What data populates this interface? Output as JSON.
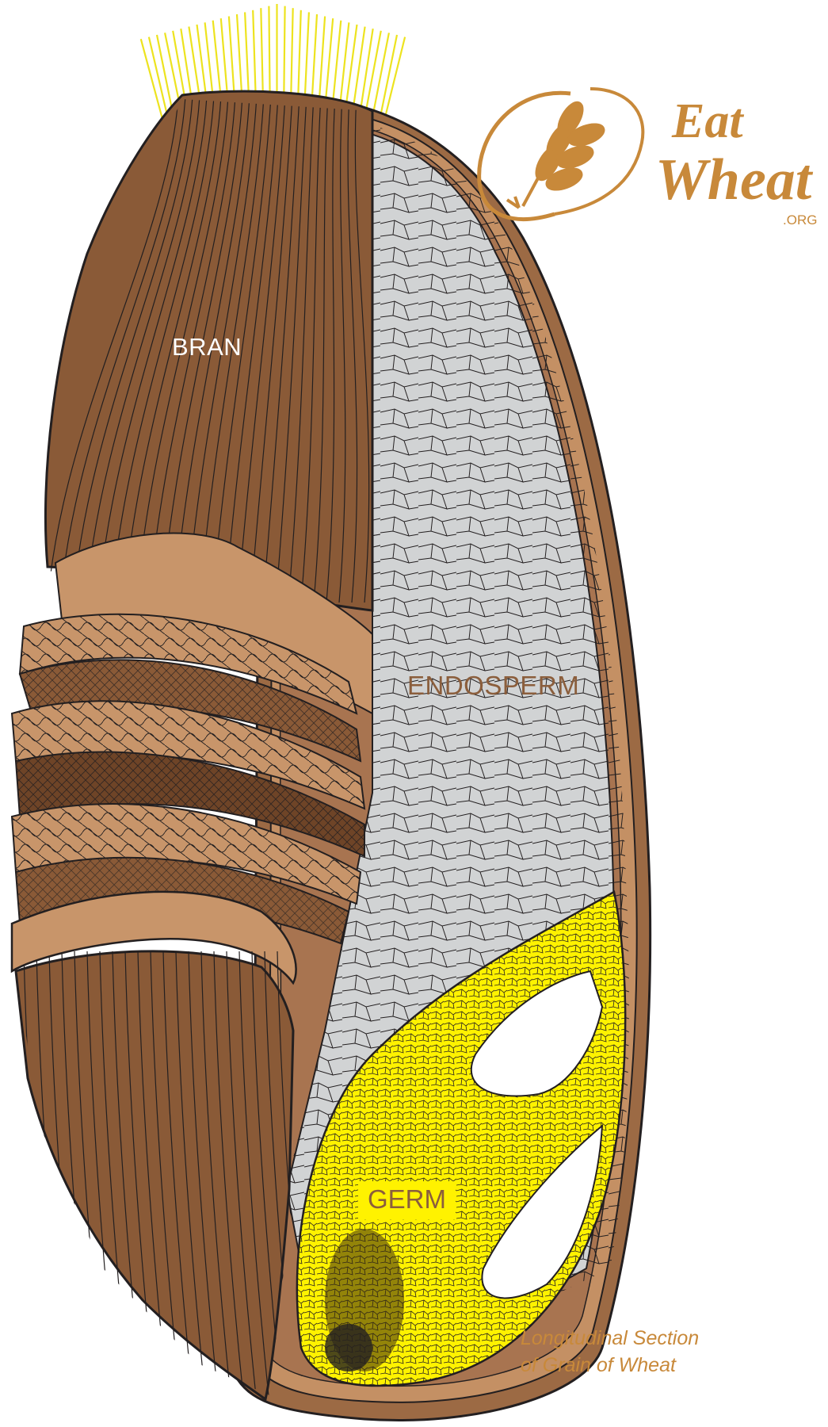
{
  "labels": {
    "bran": "BRAN",
    "endosperm": "ENDOSPERM",
    "germ": "GERM"
  },
  "logo": {
    "eat": "Eat",
    "wheat": "Wheat",
    "org": ".ORG",
    "icon": "wheat-ear-icon"
  },
  "caption": {
    "line1": "Longitudinal Section",
    "line2": "of Grain of Wheat"
  },
  "colors": {
    "bran": "#8a5a37",
    "bran_light": "#c8956a",
    "endosperm": "#d1d3d4",
    "germ": "#fff200",
    "hairs": "#ede31f",
    "logo": "#c8893a",
    "label_brown": "#8b5e3c",
    "outline": "#231f20"
  }
}
